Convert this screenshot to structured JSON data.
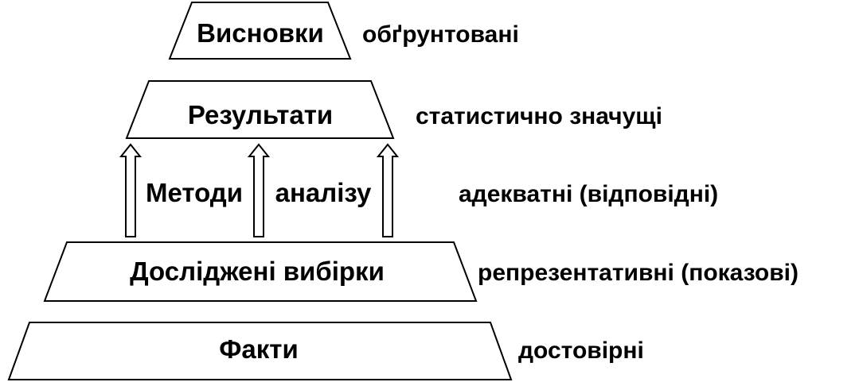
{
  "levels": {
    "conclusions": "Висновки",
    "results": "Результати",
    "samples": "Досліджені вибірки",
    "facts": "Факти"
  },
  "methods": {
    "word1": "Методи",
    "word2": "аналізу"
  },
  "qualities": {
    "conclusions": "обґрунтовані",
    "results": "статистично значущі",
    "methods": "адекватні (відповідні)",
    "samples": "репрезентативні (показові)",
    "facts": "достовірні"
  },
  "colors": {
    "stroke": "#000000",
    "fill": "#ffffff"
  }
}
